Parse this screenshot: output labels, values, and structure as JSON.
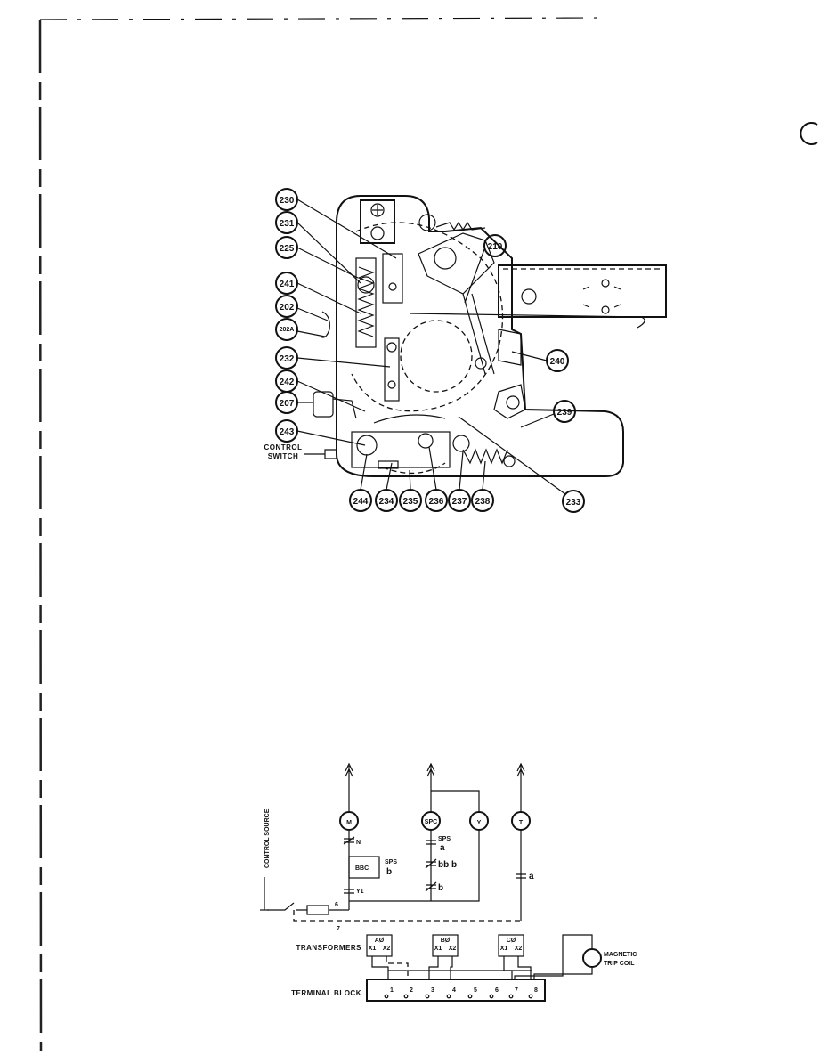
{
  "mechanism": {
    "left_callouts": [
      "230",
      "231",
      "225",
      "241",
      "202",
      "202A",
      "232",
      "242",
      "207",
      "243"
    ],
    "right_callouts": [
      "210",
      "240",
      "239",
      "233"
    ],
    "bottom_callouts": [
      "244",
      "234",
      "235",
      "236",
      "237",
      "238"
    ],
    "control_switch_label": [
      "CONTROL",
      "SWITCH"
    ]
  },
  "wiring": {
    "control_source_label": "CONTROL SOURCE",
    "coils": [
      "M",
      "SPC",
      "Y",
      "T"
    ],
    "contact_labels": {
      "n": "N",
      "sps_a_top": "SPS",
      "sps_a_bottom": "a",
      "bbc": "BBC",
      "sps_b_top": "SPS",
      "sps_b_bottom": "b",
      "bb_b": "bb b",
      "b": "b",
      "y1": "Y1",
      "t_a": "a",
      "six": "6",
      "seven": "7"
    },
    "transformers_label": "TRANSFORMERS",
    "transformer_phases": [
      "AØ",
      "BØ",
      "CØ"
    ],
    "transformer_terminals": [
      "X1",
      "X2"
    ],
    "terminal_block_label": "TERMINAL BLOCK",
    "terminal_numbers": [
      "1",
      "2",
      "3",
      "4",
      "5",
      "6",
      "7",
      "8"
    ],
    "trip_coil_label": [
      "MAGNETIC",
      "TRIP COIL"
    ]
  }
}
